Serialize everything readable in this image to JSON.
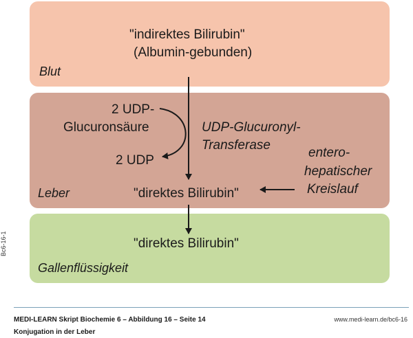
{
  "diagram": {
    "blood": {
      "line1": "\"indirektes Bilirubin\"",
      "line2": "(Albumin-gebunden)",
      "label": "Blut"
    },
    "liver": {
      "udp_glucuronic_line1": "2 UDP-",
      "udp_glucuronic_line2": "Glucuronsäure",
      "udp": "2 UDP",
      "enzyme_line1": "UDP-Glucuronyl-",
      "enzyme_line2": "Transferase",
      "cycle_line1": "entero-",
      "cycle_line2": "hepatischer",
      "cycle_line3": "Kreislauf",
      "product": "\"direktes Bilirubin\"",
      "label": "Leber"
    },
    "bile": {
      "product": "\"direktes Bilirubin\"",
      "label": "Gallenflüssigkeit"
    }
  },
  "side_code": "Bc6-16-1",
  "footer": {
    "line1": "MEDI-LEARN Skript Biochemie 6 – Abbildung 16 – Seite 14",
    "line2": "Konjugation in der Leber",
    "url": "www.medi-learn.de/bc6-16"
  },
  "colors": {
    "blood_box": "#f6c4ac",
    "liver_box": "#d3a595",
    "bile_box": "#c6dba0",
    "footer_rule": "#7aa0b8"
  }
}
